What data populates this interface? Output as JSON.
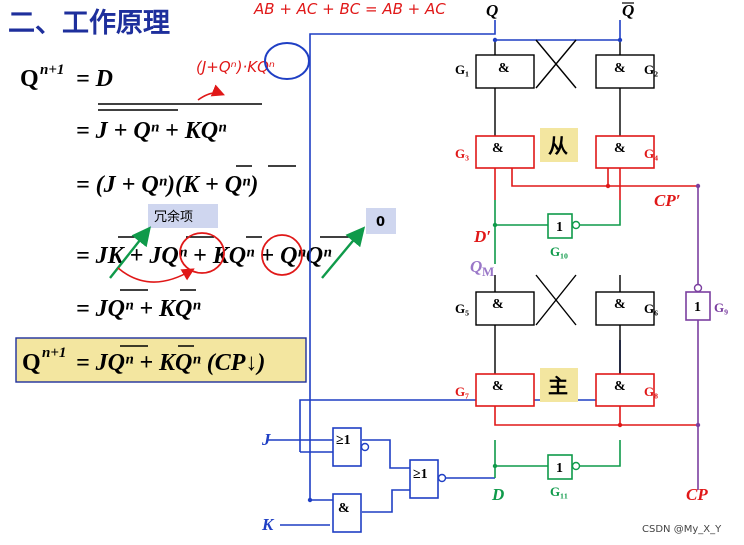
{
  "title": "二、工作原理",
  "handwritten_top": "AB + AC + BC = AB + AC",
  "handwritten_mid": "(J+Qⁿ)·KQⁿ",
  "redundant_label": "冗余项",
  "zero_label": "0",
  "equations": {
    "line1": {
      "lhs": "Q",
      "sup": "n+1",
      "rhs": "= D"
    },
    "line2": "= J + Qⁿ + KQⁿ",
    "line3": "= (J + Qⁿ)(K + Qⁿ)",
    "line4": "= JK + JQⁿ + KQⁿ + QⁿQⁿ",
    "line5": "= JQⁿ + KQⁿ",
    "result": {
      "lhs": "Q",
      "sup": "n+1",
      "rhs": "= JQⁿ + KQⁿ (CP↓)"
    }
  },
  "gates": {
    "nand_symbol": "&",
    "or_symbol": "≥1",
    "not_symbol": "1",
    "G1": "G₁",
    "G2": "G₂",
    "G3": "G₃",
    "G4": "G₄",
    "G5": "G₅",
    "G6": "G₆",
    "G7": "G₇",
    "G8": "G₈",
    "G9": "G₉",
    "G10": "G₁₀",
    "G11": "G₁₁"
  },
  "signals": {
    "Q": "Q",
    "Qbar": "Q",
    "D_prime": "D′",
    "QM": "Q",
    "QM_sub": "M",
    "CP_prime": "CP′",
    "CP": "CP",
    "D": "D",
    "J": "J",
    "K": "K"
  },
  "section_labels": {
    "slave": "从",
    "master": "主"
  },
  "watermark": "CSDN @My_X_Y",
  "colors": {
    "title": "#1e2f9c",
    "wire_blue": "#1f3fc4",
    "wire_red": "#e01818",
    "wire_green": "#0f9a4a",
    "wire_purple": "#7b3fa0",
    "highlight": "#f3e6a0",
    "label_box": "#cfd6ef"
  }
}
